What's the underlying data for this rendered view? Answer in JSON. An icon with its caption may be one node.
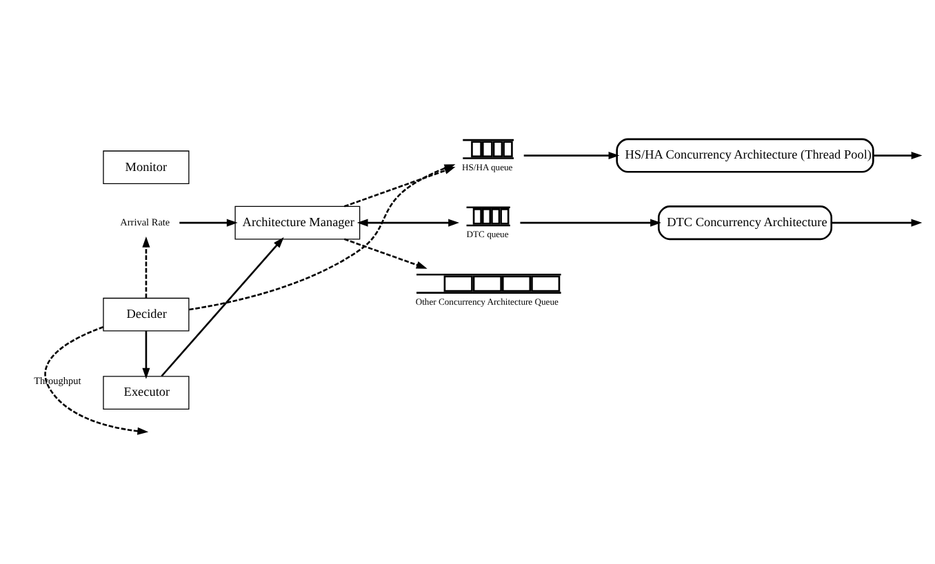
{
  "diagram": {
    "nodes": [
      {
        "text": [
          "Arrival Rate"
        ]
      },
      {
        "text": [
          "Architecture Manager"
        ]
      },
      {
        "text": [
          "HS/HA queue"
        ]
      },
      {
        "text": [
          "DTC queue"
        ]
      },
      {
        "text": [
          "Other Concurrency Architecture Queue"
        ]
      },
      {
        "text": [
          "HS/HA Concurrency Architecture (Thread Pool)"
        ]
      },
      {
        "text": [
          "DTC Concurrency Architecture"
        ]
      },
      {
        "text": [
          "Monitor"
        ]
      },
      {
        "text": [
          "Decider"
        ]
      },
      {
        "text": [
          "Executor"
        ]
      }
    ],
    "edges": [
      {
        "from": 0,
        "to": 1,
        "arrow": "to"
      },
      {
        "from": 1,
        "to": 2,
        "arrow": "to",
        "style": "dashed"
      },
      {
        "from": 1,
        "to": 3,
        "arrow": "both"
      },
      {
        "from": 1,
        "to": 4,
        "arrow": "to",
        "style": "dashed"
      },
      {
        "from": 2,
        "to": 5,
        "arrow": "to"
      },
      {
        "from": 3,
        "to": 6,
        "arrow": "to"
      },
      {
        "from": 5,
        "to": null,
        "arrow": "to"
      },
      {
        "from": 6,
        "to": null,
        "arrow": "to"
      },
      {
        "from": 8,
        "to": 2,
        "arrow": "to",
        "style": "dashed"
      },
      {
        "from": 8,
        "to": 0,
        "arrow": "to",
        "style": "dashed"
      },
      {
        "from": 8,
        "to": null,
        "arrow": "to",
        "style": "dashed",
        "label": "Throughput"
      },
      {
        "from": 8,
        "to": 9,
        "arrow": "to"
      },
      {
        "from": 9,
        "to": 1,
        "arrow": "to"
      }
    ]
  }
}
